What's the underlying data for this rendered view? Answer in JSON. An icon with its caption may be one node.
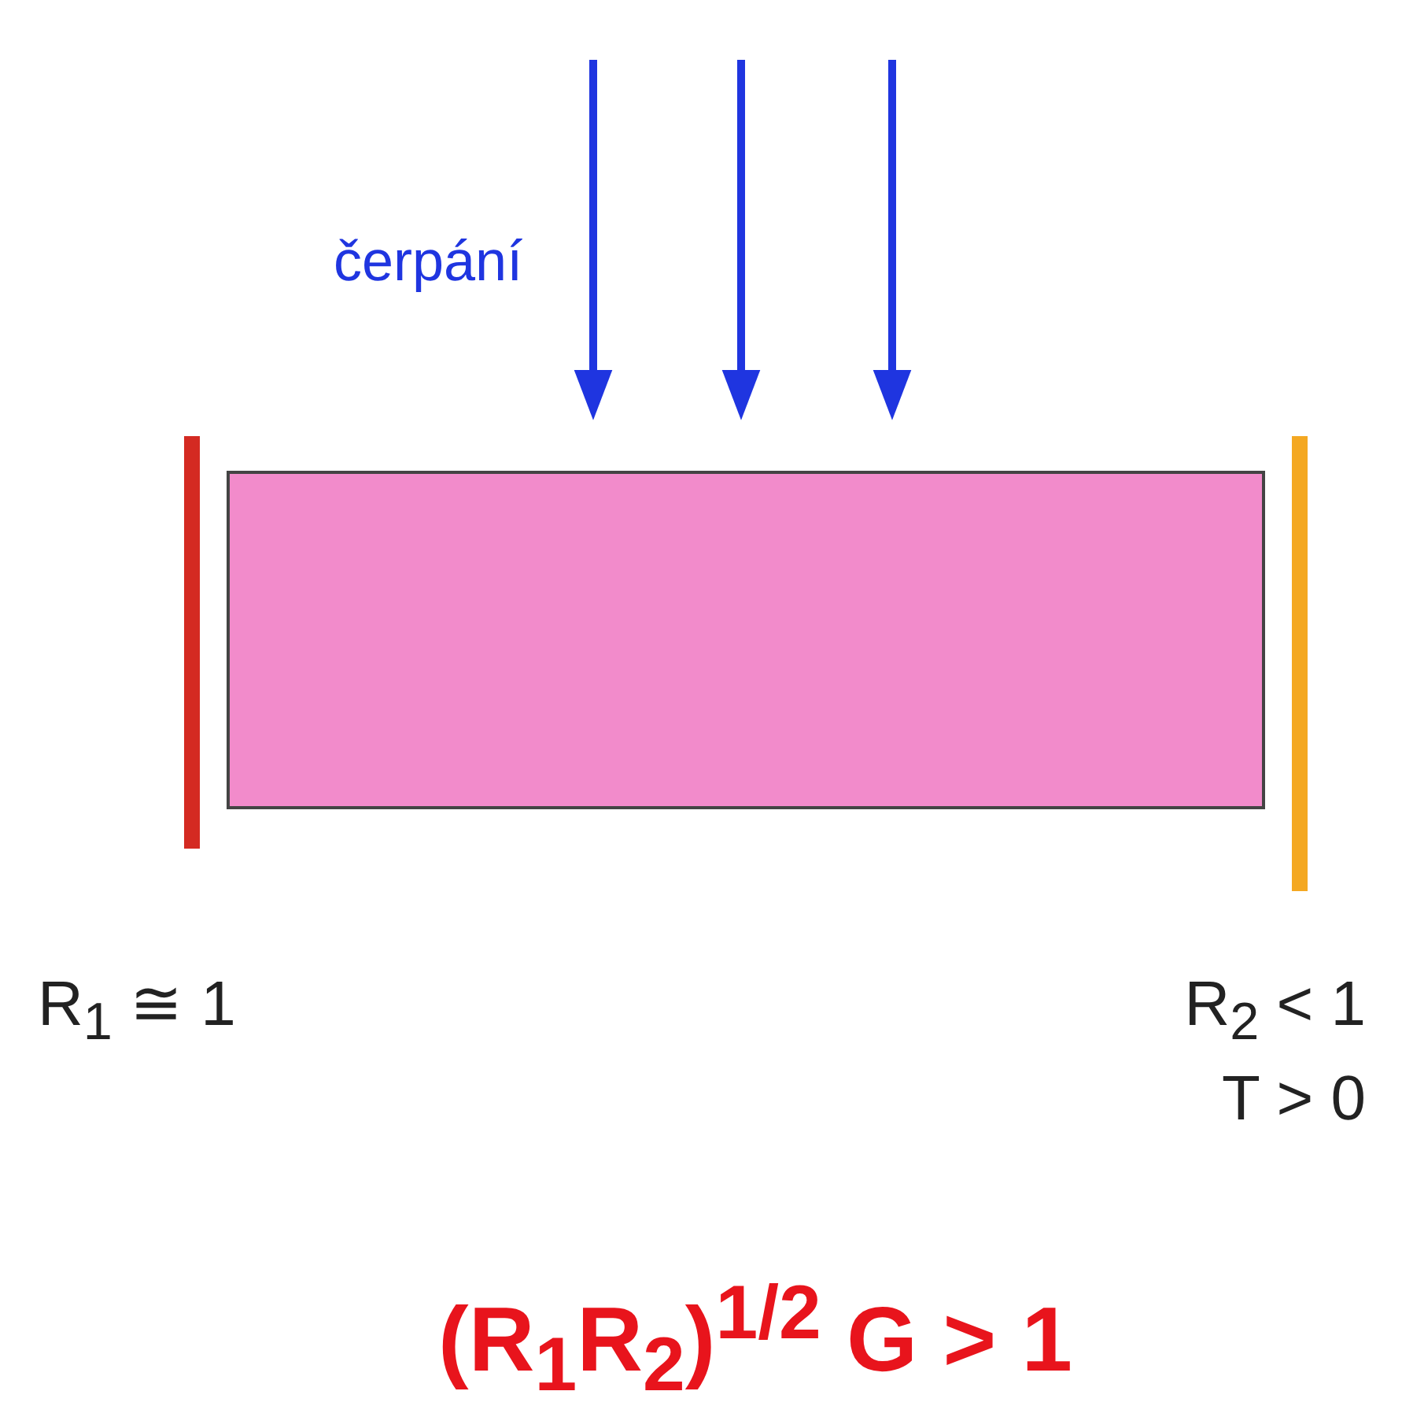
{
  "diagram": {
    "nodes": [
      {
        "text": [],
        "shape": "bar",
        "beside": [
          "R$_{1}$ ≅ 1"
        ]
      },
      {
        "text": [],
        "shape": "box"
      },
      {
        "text": [],
        "shape": "bar",
        "beside": [
          "R$_{2}$ < 1",
          "T > 0"
        ]
      }
    ],
    "edges": [
      {
        "from": null,
        "to": 1,
        "arrow": "to",
        "color": "#1f35e0"
      },
      {
        "from": null,
        "to": 1,
        "arrow": "to",
        "color": "#1f35e0"
      },
      {
        "from": null,
        "to": 1,
        "arrow": "to",
        "color": "#1f35e0"
      }
    ],
    "labels": [
      "čerpání",
      "(R$_{1}$R$_{2}$)$^{1/2}$ G > 1"
    ]
  }
}
